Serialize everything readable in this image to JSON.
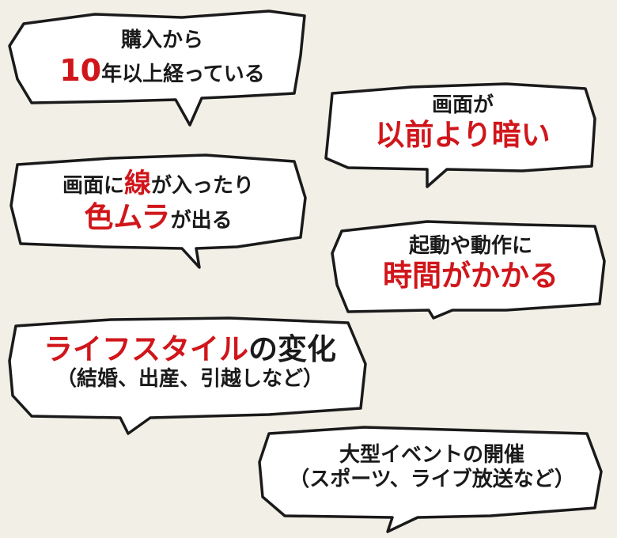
{
  "colors": {
    "background": "#f2efe7",
    "accent": "#d0161b",
    "text": "#1a1a1a"
  },
  "bubbles": [
    {
      "line1": "購入から",
      "line2_red": "10",
      "line2_rest": "年以上経っている"
    },
    {
      "line1": "画面が",
      "line2_red": "以前より暗い"
    },
    {
      "line1_a": "画面に",
      "line1_red": "線",
      "line1_b": "が入ったり",
      "line2_red": "色ムラ",
      "line2_rest": "が出る"
    },
    {
      "line1": "起動や動作に",
      "line2_red": "時間がかかる"
    },
    {
      "line1_red": "ライフスタイル",
      "line1_rest": "の変化",
      "line2": "（結婚、出産、引越しなど）"
    },
    {
      "line1": "大型イベントの開催",
      "line2": "（スポーツ、ライブ放送など）"
    }
  ]
}
